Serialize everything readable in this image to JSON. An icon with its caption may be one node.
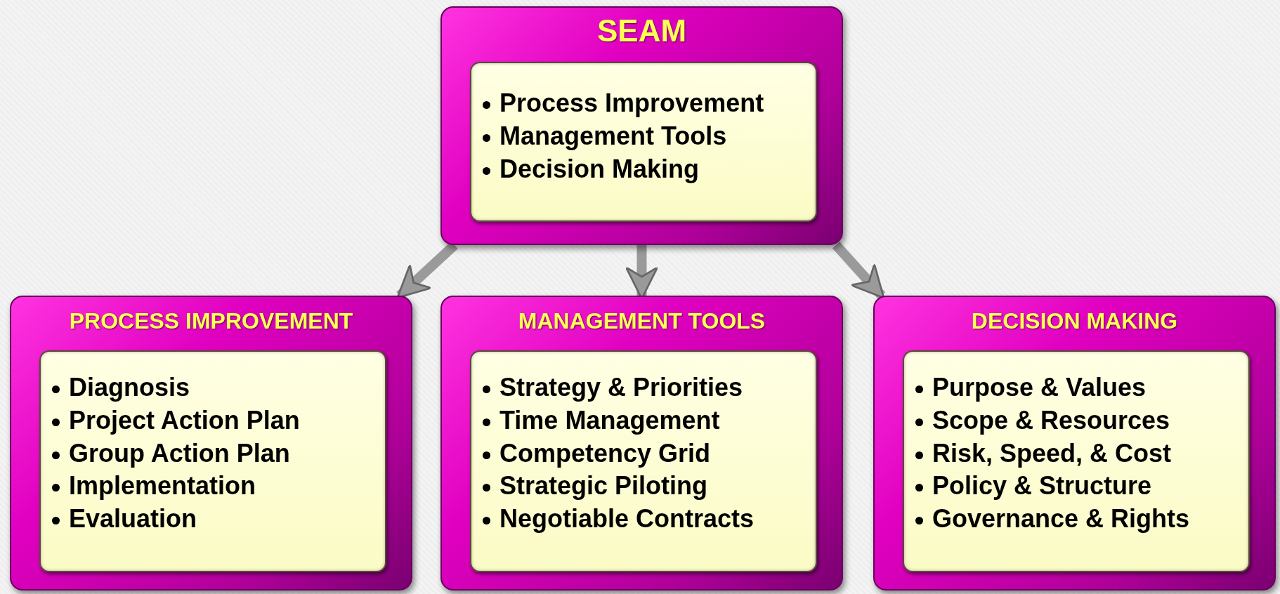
{
  "diagram": {
    "nodes": [
      {
        "text": [
          "SEAM"
        ]
      },
      {
        "text": [
          "Process Improvement",
          "Management Tools",
          "Decision Making"
        ],
        "in": 0
      },
      {
        "text": [
          "PROCESS IMPROVEMENT"
        ]
      },
      {
        "text": [
          "Diagnosis",
          "Project Action Plan",
          "Group Action Plan",
          "Implementation",
          "Evaluation"
        ],
        "in": 2
      },
      {
        "text": [
          "MANAGEMENT TOOLS"
        ]
      },
      {
        "text": [
          "Strategy & Priorities",
          "Time Management",
          "Competency Grid",
          "Strategic Piloting",
          "Negotiable Contracts"
        ],
        "in": 4
      },
      {
        "text": [
          "DECISION MAKING"
        ]
      },
      {
        "text": [
          "Purpose & Values",
          "Scope & Resources",
          "Risk, Speed, & Cost",
          "Policy & Structure",
          "Governance & Rights"
        ],
        "in": 6
      }
    ],
    "edges": [
      {
        "from": 0,
        "to": 2,
        "arrow": "to"
      },
      {
        "from": 0,
        "to": 4,
        "arrow": "to"
      },
      {
        "from": 0,
        "to": 6,
        "arrow": "to"
      }
    ]
  }
}
